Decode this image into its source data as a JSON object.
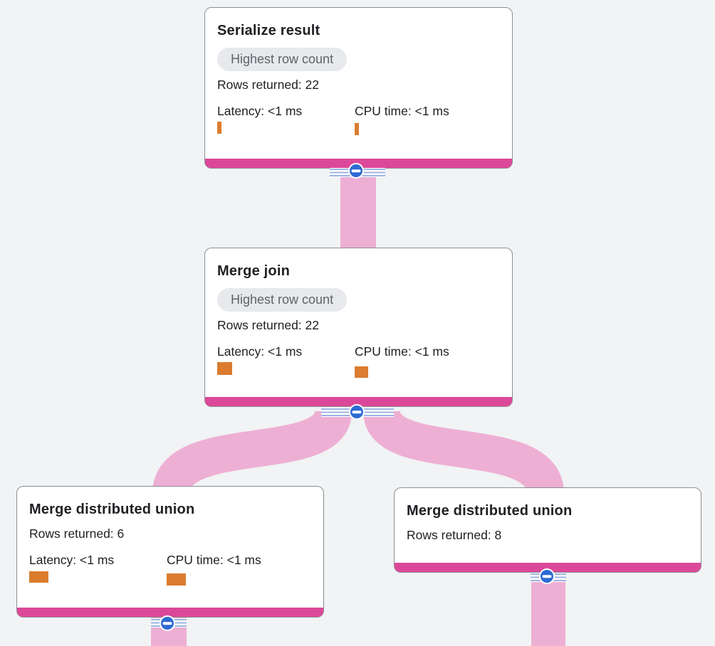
{
  "view": {
    "name": "Query plan visualizer",
    "background": "#f1f3f4"
  },
  "colors": {
    "card_background": "#ffffff",
    "card_border": "#8a8f94",
    "card_accent_bar": "#dc4899",
    "flow_band": "#eeafd4",
    "badge_background": "#e7e9ec",
    "badge_text": "#5f6368",
    "title_text": "#202124",
    "body_text": "#202124",
    "metric_bar": "#db7c2f",
    "collapse_button": "#2d6ad3",
    "stripe_line": "#9db3e2"
  },
  "icons": {
    "collapse": "minus-circle"
  },
  "nodes": [
    {
      "title": "Serialize result",
      "badge": "Highest row count",
      "rows_text": "Rows returned: 22",
      "latency_label": "Latency: <1 ms",
      "cpu_label": "CPU time: <1 ms",
      "latency_bar": {
        "w": 6,
        "h": 17
      },
      "cpu_bar": {
        "w": 6,
        "h": 17
      }
    },
    {
      "title": "Merge join",
      "badge": "Highest row count",
      "rows_text": "Rows returned: 22",
      "latency_label": "Latency: <1 ms",
      "cpu_label": "CPU time: <1 ms",
      "latency_bar": {
        "w": 21,
        "h": 18
      },
      "cpu_bar": {
        "w": 19,
        "h": 16
      }
    },
    {
      "title": "Merge distributed union",
      "rows_text": "Rows returned: 6",
      "latency_label": "Latency: <1 ms",
      "cpu_label": "CPU time: <1 ms",
      "latency_bar": {
        "w": 27,
        "h": 16
      },
      "cpu_bar": {
        "w": 27,
        "h": 17
      }
    },
    {
      "title": "Merge distributed union",
      "rows_text": "Rows returned: 8"
    }
  ],
  "edges": [
    {
      "from": "Serialize result",
      "to": "Merge join"
    },
    {
      "from": "Merge join",
      "to": "Merge distributed union (left)"
    },
    {
      "from": "Merge join",
      "to": "Merge distributed union (right)"
    },
    {
      "from": "Merge distributed union (left)",
      "to": "below-viewport"
    },
    {
      "from": "Merge distributed union (right)",
      "to": "below-viewport"
    }
  ]
}
